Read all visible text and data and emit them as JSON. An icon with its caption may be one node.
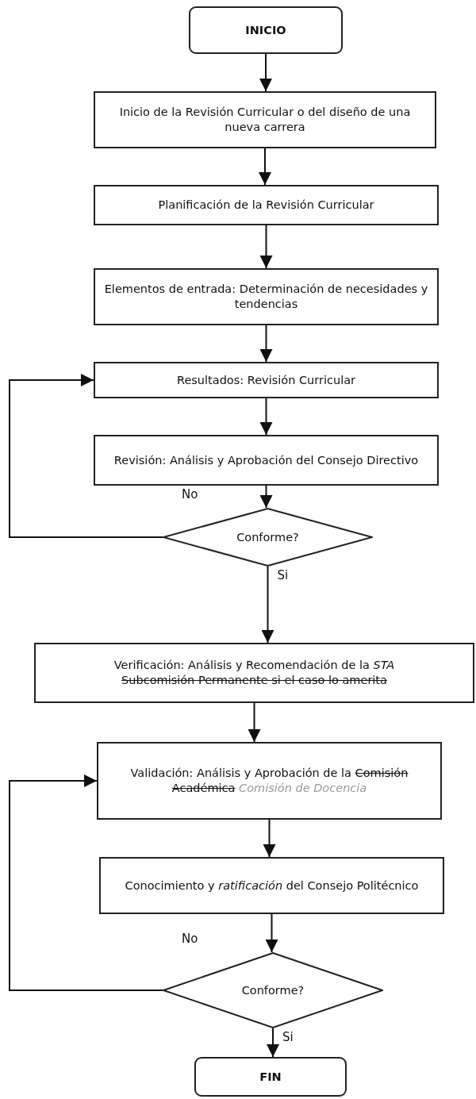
{
  "diagram": {
    "nodes": [
      {
        "text": [
          "INICIO"
        ]
      },
      {
        "text": [
          "Inicio de la Revisión Curricular o del diseño de una nueva carrera"
        ]
      },
      {
        "text": [
          "Planificación de la Revisión Curricular"
        ]
      },
      {
        "text": [
          "Elementos de entrada: Determinación de necesidades y tendencias"
        ]
      },
      {
        "text": [
          "Resultados: Revisión Curricular"
        ]
      },
      {
        "text": [
          "Revisión: Análisis y Aprobación del Consejo Directivo"
        ]
      },
      {
        "text": [
          "Conforme?"
        ]
      },
      {
        "text": [
          "Verificación: Análisis y Recomendación de la *STA*",
          "Subcomisión Permanente si el caso lo amerita"
        ]
      },
      {
        "text": [
          "Validación: Análisis y Aprobación de la",
          "Comisión Académica",
          "Comisión de Docencia"
        ]
      },
      {
        "text": [
          "Conocimiento y *ratificación* del Consejo Politécnico"
        ]
      },
      {
        "text": [
          "Conforme?"
        ]
      },
      {
        "text": [
          "FIN"
        ]
      }
    ],
    "edges": [
      {
        "from": 0,
        "to": 1,
        "arrow": "to"
      },
      {
        "from": 1,
        "to": 2,
        "arrow": "to"
      },
      {
        "from": 2,
        "to": 3,
        "arrow": "to"
      },
      {
        "from": 3,
        "to": 4,
        "arrow": "to"
      },
      {
        "from": 4,
        "to": 5,
        "arrow": "to"
      },
      {
        "from": 5,
        "to": 6,
        "arrow": "to"
      },
      {
        "from": 6,
        "to": 4,
        "arrow": "to",
        "label": "No"
      },
      {
        "from": 6,
        "to": 7,
        "arrow": "to",
        "label": "Si"
      },
      {
        "from": 7,
        "to": 8,
        "arrow": "to"
      },
      {
        "from": 8,
        "to": 9,
        "arrow": "to"
      },
      {
        "from": 9,
        "to": 10,
        "arrow": "to"
      },
      {
        "from": 10,
        "to": 8,
        "arrow": "to",
        "label": "No"
      },
      {
        "from": 10,
        "to": 11,
        "arrow": "to",
        "label": "Si"
      }
    ]
  }
}
